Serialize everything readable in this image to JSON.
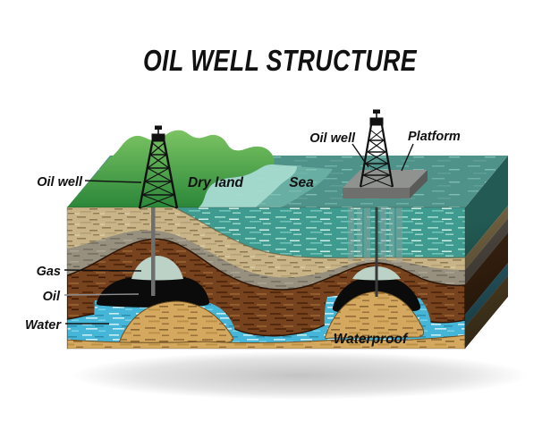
{
  "title": "OIL WELL STRUCTURE",
  "diagram": {
    "surface_labels": {
      "oil_well_land": "Oil well",
      "dry_land": "Dry land",
      "sea": "Sea",
      "oil_well_sea": "Oil well",
      "platform": "Platform"
    },
    "layer_labels": {
      "gas": "Gas",
      "oil": "Oil",
      "water": "Water",
      "waterproof": "Waterproof"
    }
  },
  "colors": {
    "land_green_light": "#7CC463",
    "land_green_dark": "#2B8739",
    "sea_surface": "#4F928A",
    "sea_shallow": "#A7DBD0",
    "sea_front": "#3F9A90",
    "sand_top": "#C9B488",
    "rock_gray": "#97907F",
    "waterproof_brown": "#77431F",
    "gas_pocket": "#BDD2C6",
    "oil_black": "#0B0B0B",
    "water_blue": "#46B6D8",
    "sand_bottom": "#D4A85E",
    "platform_gray": "#8F8F8D",
    "derrick_black": "#111111"
  }
}
